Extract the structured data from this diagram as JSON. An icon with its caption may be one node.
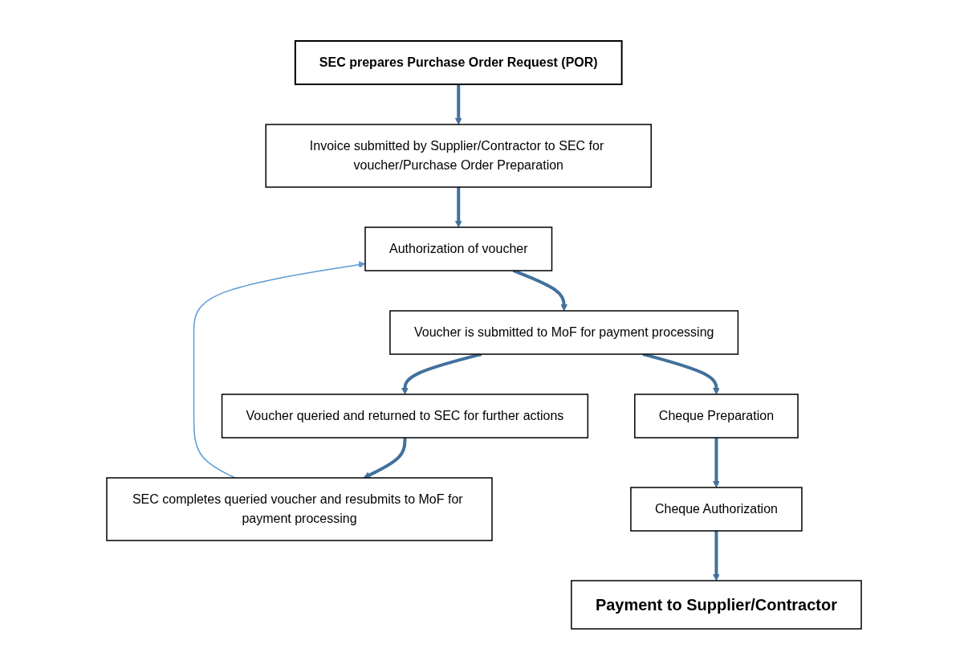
{
  "diagram": {
    "nodes": [
      {
        "text": [
          "SEC prepares Purchase Order Request  (POR)"
        ]
      },
      {
        "text": [
          "Invoice submitted by Supplier/Contractor to SEC for voucher/Purchase Order Preparation"
        ]
      },
      {
        "text": [
          "Authorization of voucher"
        ]
      },
      {
        "text": [
          "Voucher is submitted to MoF for payment processing"
        ]
      },
      {
        "text": [
          "Voucher queried and returned to SEC for further actions"
        ]
      },
      {
        "text": [
          "SEC completes queried voucher and resubmits to MoF for payment processing"
        ]
      },
      {
        "text": [
          "Cheque Preparation"
        ]
      },
      {
        "text": [
          "Cheque Authorization"
        ]
      },
      {
        "text": [
          "Payment to Supplier/Contractor"
        ]
      }
    ],
    "edges": [
      {
        "from": 0,
        "to": 1,
        "arrow": "to"
      },
      {
        "from": 1,
        "to": 2,
        "arrow": "to"
      },
      {
        "from": 2,
        "to": 3,
        "arrow": "to"
      },
      {
        "from": 3,
        "to": 4,
        "arrow": "to"
      },
      {
        "from": 3,
        "to": 6,
        "arrow": "to"
      },
      {
        "from": 4,
        "to": 5,
        "arrow": "to"
      },
      {
        "from": 5,
        "to": 2,
        "arrow": "to",
        "color": "#5b9bd5"
      },
      {
        "from": 6,
        "to": 7,
        "arrow": "to"
      },
      {
        "from": 7,
        "to": 8,
        "arrow": "to"
      }
    ]
  }
}
